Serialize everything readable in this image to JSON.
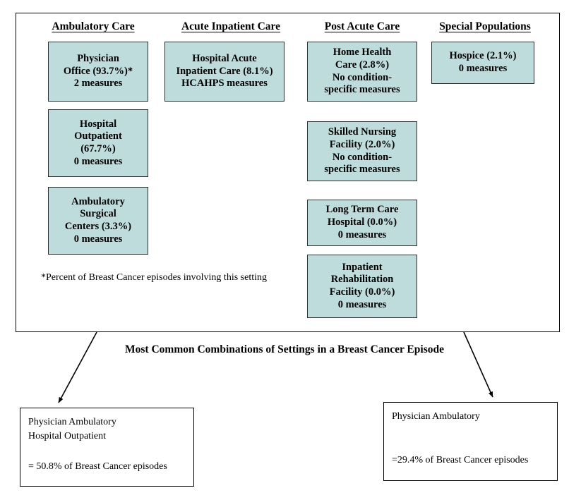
{
  "diagram": {
    "footnote": "*Percent of Breast Cancer episodes involving this setting",
    "mid_caption": "Most Common Combinations of Settings in a Breast Cancer Episode",
    "box_fill_color": "#bedcdc",
    "border_color": "#000000",
    "columns": [
      {
        "id": "ambulatory-care",
        "header": "Ambulatory Care",
        "boxes": [
          {
            "id": "physician-office",
            "lines": [
              "Physician",
              "Office (93.7%)*",
              "2 measures"
            ]
          },
          {
            "id": "hospital-outpatient",
            "lines": [
              "Hospital",
              "Outpatient",
              "(67.7%)",
              "0 measures"
            ]
          },
          {
            "id": "ambulatory-surgical-centers",
            "lines": [
              "Ambulatory",
              "Surgical",
              "Centers (3.3%)",
              "0 measures"
            ]
          }
        ]
      },
      {
        "id": "acute-inpatient-care",
        "header": "Acute Inpatient Care",
        "boxes": [
          {
            "id": "hospital-acute-inpatient-care",
            "lines": [
              "Hospital Acute",
              "Inpatient Care (8.1%)",
              "HCAHPS measures"
            ]
          }
        ]
      },
      {
        "id": "post-acute-care",
        "header": "Post Acute Care",
        "boxes": [
          {
            "id": "home-health-care",
            "lines": [
              "Home Health",
              "Care (2.8%)",
              "No condition-",
              "specific measures"
            ]
          },
          {
            "id": "skilled-nursing-facility",
            "lines": [
              "Skilled Nursing",
              "Facility (2.0%)",
              "No condition-",
              "specific measures"
            ]
          },
          {
            "id": "long-term-care-hospital",
            "lines": [
              "Long Term Care",
              "Hospital (0.0%)",
              "0 measures"
            ]
          },
          {
            "id": "inpatient-rehabilitation-facility",
            "lines": [
              "Inpatient",
              "Rehabilitation",
              "Facility (0.0%)",
              "0 measures"
            ]
          }
        ]
      },
      {
        "id": "special-populations",
        "header": "Special Populations",
        "boxes": [
          {
            "id": "hospice",
            "lines": [
              "Hospice (2.1%)",
              "0 measures"
            ]
          }
        ]
      }
    ],
    "combinations": [
      {
        "id": "combo-left",
        "settings": [
          "Physician Ambulatory",
          "Hospital Outpatient"
        ],
        "total": "= 50.8% of Breast Cancer episodes"
      },
      {
        "id": "combo-right",
        "settings": [
          "Physician Ambulatory"
        ],
        "total": "=29.4% of Breast Cancer episodes"
      }
    ]
  }
}
